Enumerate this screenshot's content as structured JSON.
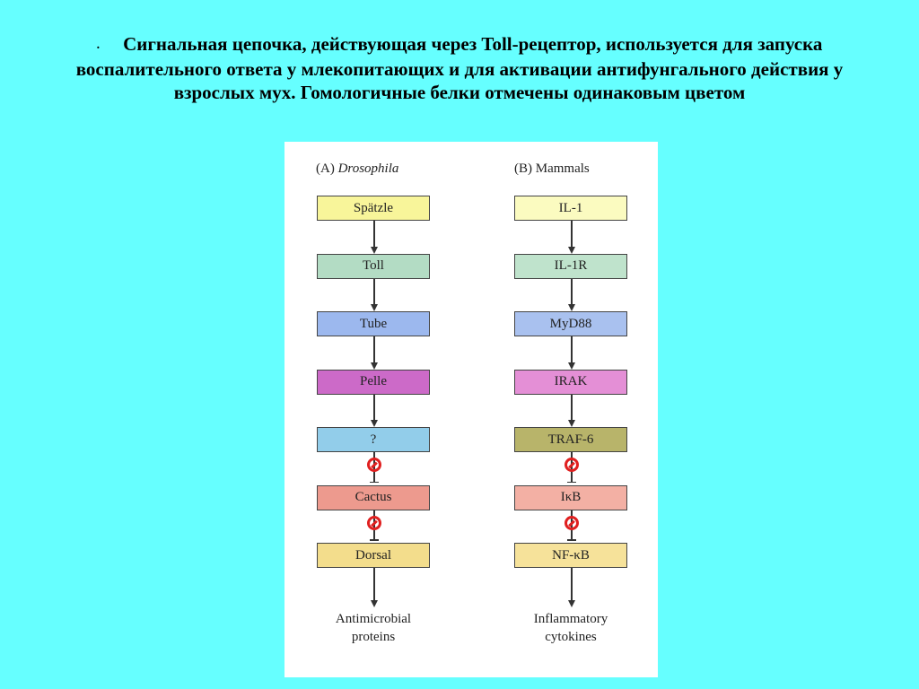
{
  "slide": {
    "bullet": ".",
    "title": "Сигнальная цепочка, действующая через Toll-рецептор, используется для запуска воспалительного ответа у млекопитающих и для активации антифунгального действия у взрослых мух. Гомологичные белки отмечены одинаковым цветом"
  },
  "figure": {
    "col_a": {
      "prefix": "(A)",
      "name": "Drosophila"
    },
    "col_b": {
      "prefix": "(B)",
      "name": "Mammals"
    },
    "rows": [
      {
        "a": "Spätzle",
        "b": "IL-1",
        "a_color": "#f8f59a",
        "b_color": "#fbfbc0",
        "link": "arrow"
      },
      {
        "a": "Toll",
        "b": "IL-1R",
        "a_color": "#b3dcc4",
        "b_color": "#bfe3cc",
        "link": "arrow"
      },
      {
        "a": "Tube",
        "b": "MyD88",
        "a_color": "#9cb8ee",
        "b_color": "#a9c1ef",
        "link": "arrow"
      },
      {
        "a": "Pelle",
        "b": "IRAK",
        "a_color": "#cc6ac8",
        "b_color": "#e48fd6",
        "link": "arrow"
      },
      {
        "a": "?",
        "b": "TRAF-6",
        "a_color": "#92cdea",
        "b_color": "#b8b46a",
        "link": "inhibit"
      },
      {
        "a": "Cactus",
        "b": "IκB",
        "a_color": "#ed9a8e",
        "b_color": "#f3b0a4",
        "link": "inhibit"
      },
      {
        "a": "Dorsal",
        "b": "NF-κB",
        "a_color": "#f3dd8c",
        "b_color": "#f6e29a",
        "link": "arrow"
      }
    ],
    "output_a": [
      "Antimicrobial",
      "proteins"
    ],
    "output_b": [
      "Inflammatory",
      "cytokines"
    ]
  }
}
